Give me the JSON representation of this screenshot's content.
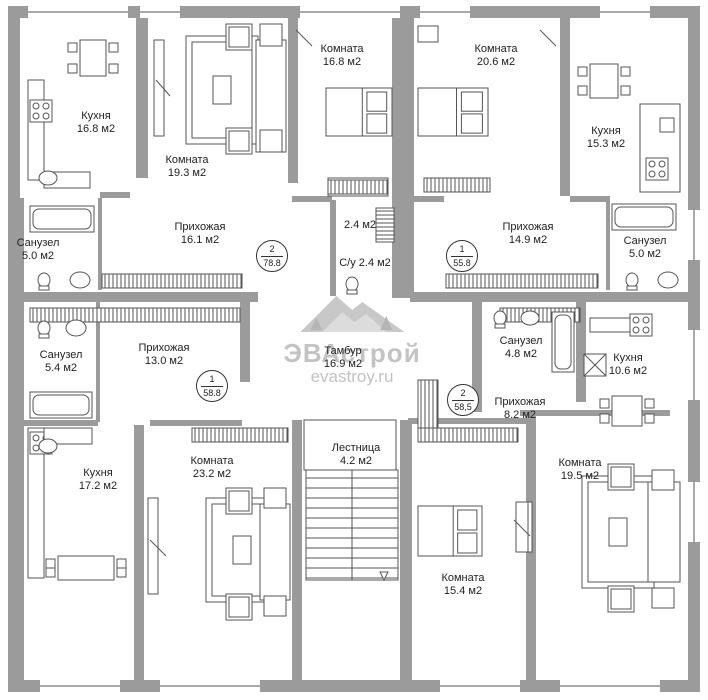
{
  "watermark": {
    "name": "ЭВАстрой",
    "url": "evastroy.ru"
  },
  "colors": {
    "wall": "#9b9b9b",
    "line": "#555555",
    "label": "#222222",
    "watermark": "#c3c3c3"
  },
  "rooms": {
    "kitchen_nw": {
      "name": "Кухня",
      "area": "16.8 м2"
    },
    "room_nw": {
      "name": "Комната",
      "area": "19.3 м2"
    },
    "room_nc": {
      "name": "Комната",
      "area": "16.8 м2"
    },
    "room_ne": {
      "name": "Комната",
      "area": "20.6 м2"
    },
    "kitchen_ne": {
      "name": "Кухня",
      "area": "15.3 м2"
    },
    "bath_nw": {
      "name": "Санузел",
      "area": "5.0 м2"
    },
    "hall_nw": {
      "name": "Прихожая",
      "area": "16.1 м2"
    },
    "closet_n": {
      "name": "",
      "area": "2.4 м2"
    },
    "wc_n": {
      "name": "С/у",
      "area": "2.4 м2"
    },
    "hall_ne": {
      "name": "Прихожая",
      "area": "14.9 м2"
    },
    "bath_ne": {
      "name": "Санузел",
      "area": "5.0 м2"
    },
    "bath_sw": {
      "name": "Санузел",
      "area": "5.4 м2"
    },
    "hall_sw": {
      "name": "Прихожая",
      "area": "13.0 м2"
    },
    "vestibule": {
      "name": "Тамбур",
      "area": "16.9 м2"
    },
    "bath_se": {
      "name": "Санузел",
      "area": "4.8 м2"
    },
    "kitchen_se": {
      "name": "Кухня",
      "area": "10.6 м2"
    },
    "hall_se": {
      "name": "Прихожая",
      "area": "8.2 м2"
    },
    "kitchen_sw": {
      "name": "Кухня",
      "area": "17.2 м2"
    },
    "room_sw": {
      "name": "Комната",
      "area": "23.2 м2"
    },
    "stairs": {
      "name": "Лестница",
      "area": "4.2 м2"
    },
    "room_se": {
      "name": "Комната",
      "area": "19.5 м2"
    },
    "room_s": {
      "name": "Комната",
      "area": "15.4 м2"
    }
  },
  "apartments": {
    "nw": {
      "rooms": "2",
      "area": "78.8"
    },
    "ne": {
      "rooms": "1",
      "area": "55.8"
    },
    "sw": {
      "rooms": "1",
      "area": "58.8"
    },
    "se": {
      "rooms": "2",
      "area": "58,5"
    }
  }
}
